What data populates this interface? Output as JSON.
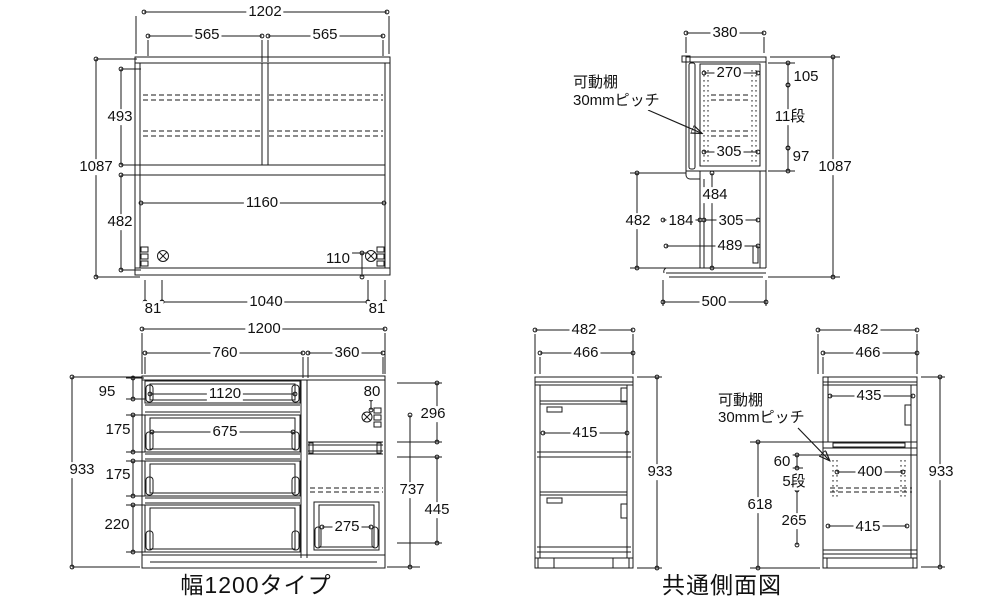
{
  "meta": {
    "drawing_type": "furniture-dimension-diagram",
    "line_color": "#1a1a1a",
    "background_color": "#ffffff"
  },
  "views": {
    "upper_front": {
      "total_width": "1202",
      "door_left": "565",
      "door_right": "565",
      "upper_height": "493",
      "total_height": "1087",
      "lower_height": "482",
      "inner_width": "1160",
      "fitting_height": "110",
      "bottom_inner_width": "1040",
      "margin_left": "81",
      "margin_right": "81"
    },
    "upper_side": {
      "depth": "380",
      "shelf_note_line1": "可動棚",
      "shelf_note_line2": "30mmピッチ",
      "inner_top": "270",
      "top_gap": "105",
      "shelf_steps": "11段",
      "inner_bottom": "305",
      "bottom_gap": "97",
      "total_height": "1087",
      "open_height": "484",
      "left_height": "482",
      "base_front": "184",
      "base_mid": "305",
      "base_inner": "489",
      "base_depth": "500"
    },
    "lower_front": {
      "total_width": "1200",
      "left_width": "760",
      "right_width": "360",
      "top_drawer_width": "1120",
      "drawer_width": "675",
      "drawer1_h": "95",
      "drawer2_h": "175",
      "drawer3_h": "175",
      "drawer4_h": "220",
      "total_height": "933",
      "fitting_offset": "80",
      "right_top_h": "296",
      "right_h": "737",
      "right_lower_h": "445",
      "small_drawer_width": "275",
      "caption": "幅1200タイプ"
    },
    "lower_side": {
      "depth": "482",
      "inner_depth": "466",
      "drawer_depth": "415",
      "total_height": "933"
    },
    "lower_side_right": {
      "depth": "482",
      "inner_depth": "466",
      "top_inner": "435",
      "shelf_note_line1": "可動棚",
      "shelf_note_line2": "30mmピッチ",
      "top_gap": "60",
      "shelf_steps": "5段",
      "lower_height": "618",
      "shelf_bottom": "265",
      "shelf_width": "400",
      "drawer_depth": "415",
      "total_height": "933",
      "caption": "共通側面図"
    }
  }
}
